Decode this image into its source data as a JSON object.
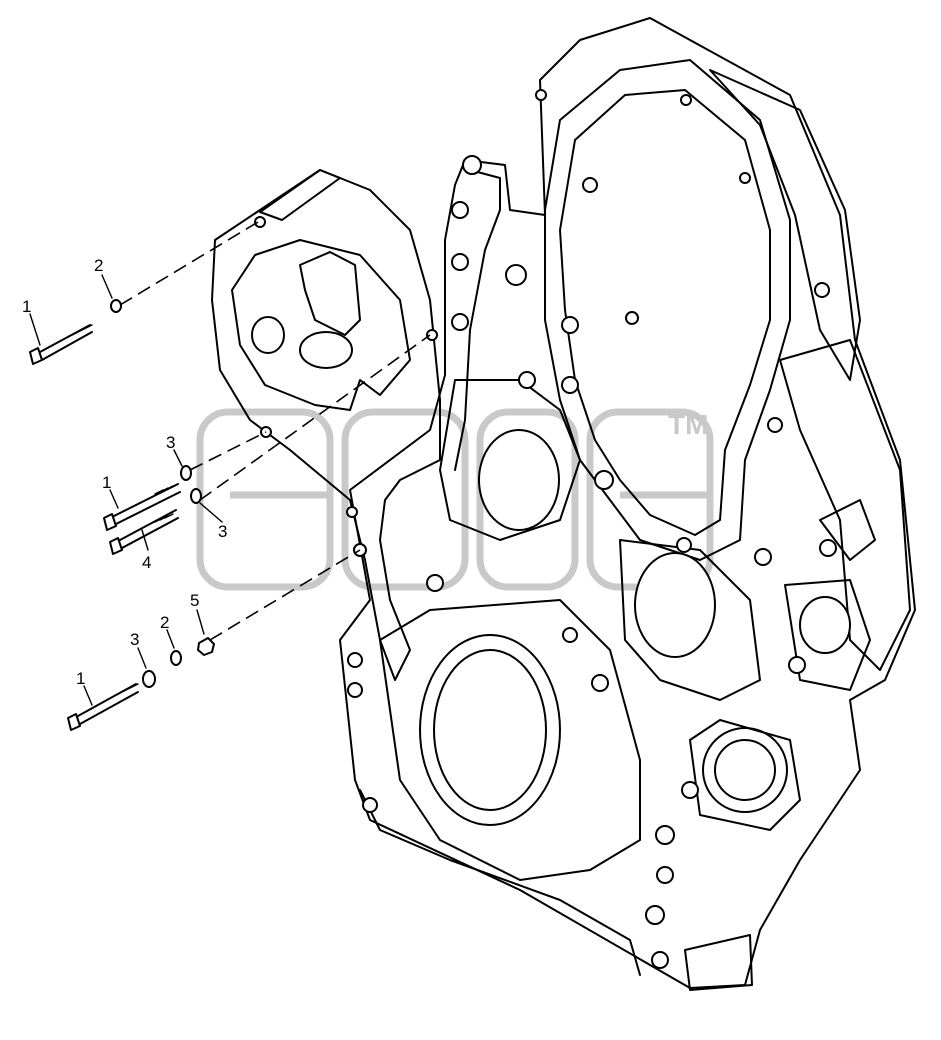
{
  "watermark": {
    "text": "TM"
  },
  "callouts": [
    {
      "id": "c1a",
      "text": "1"
    },
    {
      "id": "c2a",
      "text": "2"
    },
    {
      "id": "c3a",
      "text": "3"
    },
    {
      "id": "c1b",
      "text": "1"
    },
    {
      "id": "c3b",
      "text": "3"
    },
    {
      "id": "c4",
      "text": "4"
    },
    {
      "id": "c3c",
      "text": "3"
    },
    {
      "id": "c2c",
      "text": "2"
    },
    {
      "id": "c5",
      "text": "5"
    },
    {
      "id": "c1c",
      "text": "1"
    }
  ]
}
